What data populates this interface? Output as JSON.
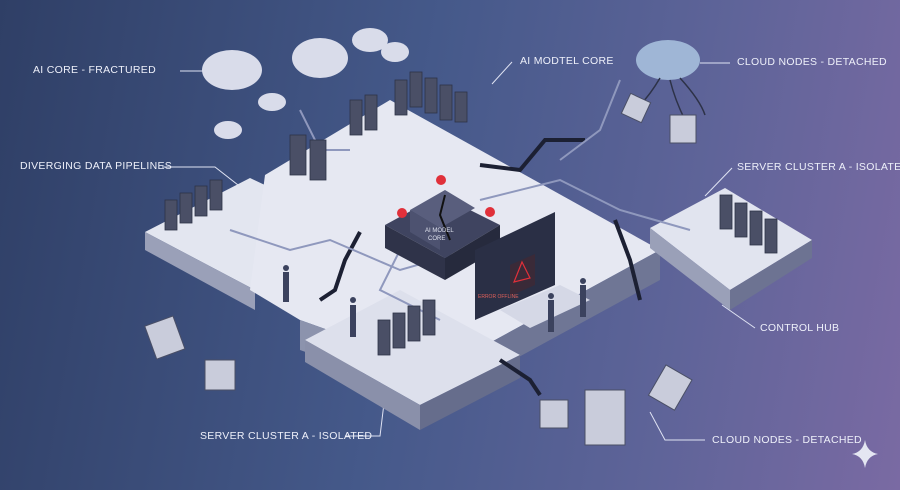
{
  "labels": [
    {
      "id": "ai-core-fractured",
      "text": "AI CORE - FRACTURED"
    },
    {
      "id": "ai-model-core",
      "text": "AI MODTEL CORE"
    },
    {
      "id": "cloud-nodes-top",
      "text": "CLOUD NODES - DETACHED"
    },
    {
      "id": "diverging-pipelines",
      "text": "DIVERGING DATA PIPELINES"
    },
    {
      "id": "server-cluster-right",
      "text": "SERVER CLUSTER A - ISOLATED"
    },
    {
      "id": "control-hub",
      "text": "CONTROL HUB"
    },
    {
      "id": "server-cluster-bottom",
      "text": "SERVER CLUSTER A - ISOLATED"
    },
    {
      "id": "cloud-nodes-bottom",
      "text": "CLOUD NODES - DETACHED"
    }
  ],
  "core_box": {
    "line1": "AI MODEL",
    "line2": "CORE"
  },
  "screens": {
    "error": "ERROR OFFLINE"
  },
  "colors": {
    "alert": "#e0303a",
    "platform": "#dfe2ee",
    "server": "#4a4f66",
    "crack": "#1c2033"
  }
}
